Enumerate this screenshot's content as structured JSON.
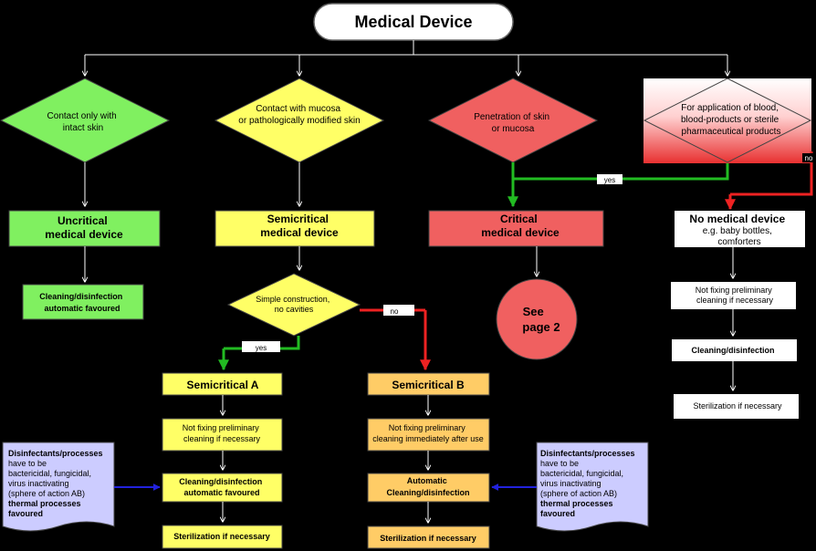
{
  "title": "Medical Device",
  "categories": {
    "intact_skin": [
      "Contact only with",
      "intact skin"
    ],
    "mucosa": [
      "Contact with mucosa",
      "or pathologically modified skin"
    ],
    "penetration": [
      "Penetration  of skin",
      "or mucosa"
    ],
    "blood": [
      "For application of blood,",
      "blood-products or sterile",
      "pharmaceutical products"
    ]
  },
  "classes": {
    "uncritical": [
      "Uncritical",
      "medical device"
    ],
    "semicritical": [
      "Semicritical",
      "medical device"
    ],
    "critical": [
      "Critical",
      "medical device"
    ],
    "no_medical": [
      "No medical device",
      "e.g. baby bottles,",
      "comforters"
    ]
  },
  "uncritical_step": [
    "Cleaning/disinfection",
    "automatic favoured"
  ],
  "see_page": [
    "See",
    "page 2"
  ],
  "simple_question": [
    "Simple construction,",
    "no cavities"
  ],
  "labels": {
    "yes": "yes",
    "no": "no"
  },
  "semicritical_a": {
    "title": "Semicritical A",
    "step1": [
      "Not fixing preliminary",
      "cleaning  if necessary"
    ],
    "step2": [
      "Cleaning/disinfection",
      "automatic favoured"
    ],
    "step3": "Sterilization if necessary"
  },
  "semicritical_b": {
    "title": "Semicritical B",
    "step1": [
      "Not fixing preliminary",
      "cleaning  immediately after use"
    ],
    "step2": [
      "Automatic",
      "Cleaning/disinfection"
    ],
    "step3": "Sterilization if necessary"
  },
  "no_medical_steps": {
    "step1": [
      "Not fixing preliminary",
      "cleaning if necessary"
    ],
    "step2": "Cleaning/disinfection",
    "step3": "Sterilization  if necessary"
  },
  "note": {
    "line1": "Disinfectants/processes",
    "rest": [
      "have to be",
      "bactericidal, fungicidal,",
      "virus inactivating",
      "(sphere of action AB)"
    ],
    "bold_end": [
      "thermal processes",
      "favoured"
    ]
  },
  "colors": {
    "green": "#80f060",
    "yellow": "#ffff66",
    "orange": "#ffcc66",
    "red": "#f06060",
    "note": "#ccccff"
  }
}
